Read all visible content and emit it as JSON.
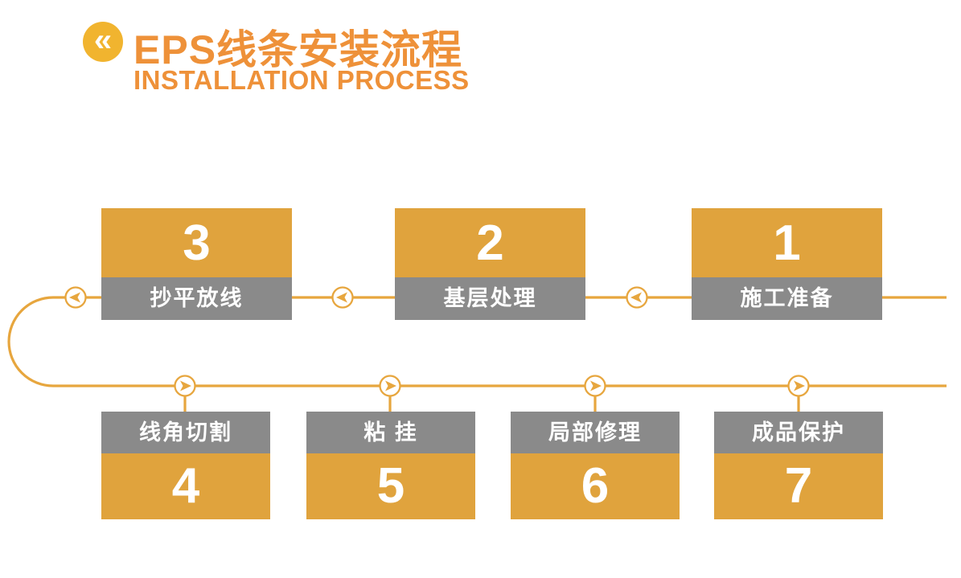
{
  "header": {
    "icon": "double-chevron-left-icon",
    "icon_glyph": "«",
    "title": "EPS线条安装流程",
    "subtitle": "INSTALLATION PROCESS"
  },
  "steps": [
    {
      "number": "1",
      "label": "施工准备"
    },
    {
      "number": "2",
      "label": "基层处理"
    },
    {
      "number": "3",
      "label": "抄平放线"
    },
    {
      "number": "4",
      "label": "线角切割"
    },
    {
      "number": "5",
      "label": "粘 挂"
    },
    {
      "number": "6",
      "label": "局部修理"
    },
    {
      "number": "7",
      "label": "成品保护"
    }
  ],
  "flow": {
    "top_row_order": [
      "3",
      "2",
      "1"
    ],
    "top_row_direction": "left",
    "bottom_row_order": [
      "4",
      "5",
      "6",
      "7"
    ],
    "bottom_row_direction": "right"
  },
  "colors": {
    "box_orange": "#E0A33D",
    "box_gray": "#8A8A8A",
    "line_orange": "#E7A63E",
    "title_orange": "#EE9139",
    "badge_yellow": "#F1B42F",
    "text_white": "#FFFFFF",
    "background": "#FFFFFF"
  }
}
